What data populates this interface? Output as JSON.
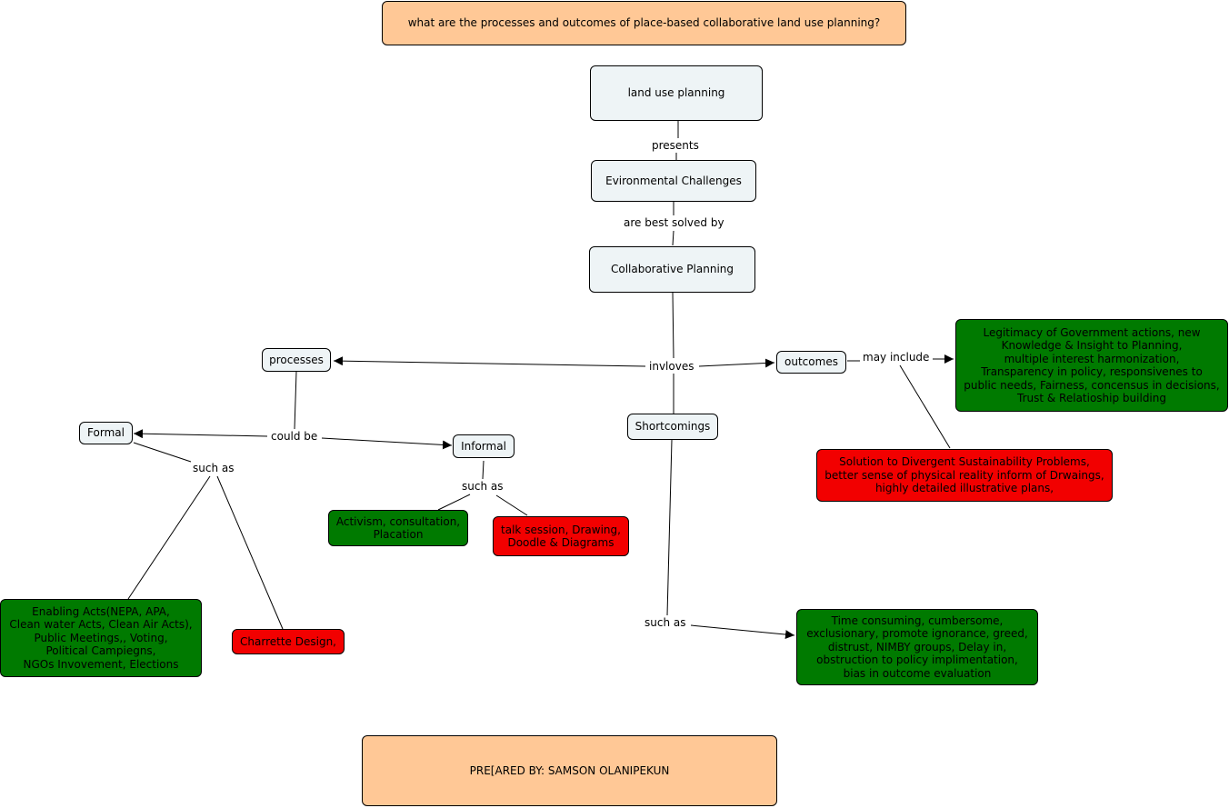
{
  "colors": {
    "light": "#eef4f6",
    "orange": "#ffc896",
    "green": "#007a00",
    "red": "#f20000"
  },
  "nodes": {
    "question": "what are the processes and outcomes of place-based collaborative land use planning?",
    "land_use": "land use planning",
    "env": "Evironmental Challenges",
    "collab": "Collaborative Planning",
    "processes": "processes",
    "outcomes": "outcomes",
    "shortcomings": "Shortcomings",
    "formal": "Formal",
    "informal": "Informal",
    "outcomes_green": "Legitimacy of Government actions, new\nKnowledge & Insight to Planning,\nmultiple interest harmonization,\nTransparency in policy, responsivenes to\npublic needs, Fairness, concensus in decisions,\nTrust & Relatioship building",
    "outcomes_red": "Solution to Divergent Sustainability Problems,\nbetter sense of physical reality inform of Drwaings,\nhighly detailed illustrative plans,",
    "informal_green": "Activism, consultation,\nPlacation",
    "informal_red": "talk session, Drawing,\nDoodle & Diagrams",
    "formal_green": "Enabling Acts(NEPA, APA,\nClean water Acts, Clean Air Acts),\nPublic Meetings,, Voting,\nPolitical Campiegns,\nNGOs Invovement, Elections",
    "formal_red": "Charrette Design,",
    "short_green": "Time consuming, cumbersome,\nexclusionary, promote ignorance, greed,\ndistrust, NIMBY groups, Delay in,\nobstruction to policy implimentation,\nbias in outcome evaluation",
    "prepared": "PRE[ARED BY: SAMSON OLANIPEKUN"
  },
  "links": {
    "presents": "presents",
    "best_solved": "are best solved by",
    "involves": "invloves",
    "may_include": "may include",
    "could_be": "could be",
    "such_as_formal": "such as",
    "such_as_informal": "such as",
    "such_as_short": "such as"
  }
}
